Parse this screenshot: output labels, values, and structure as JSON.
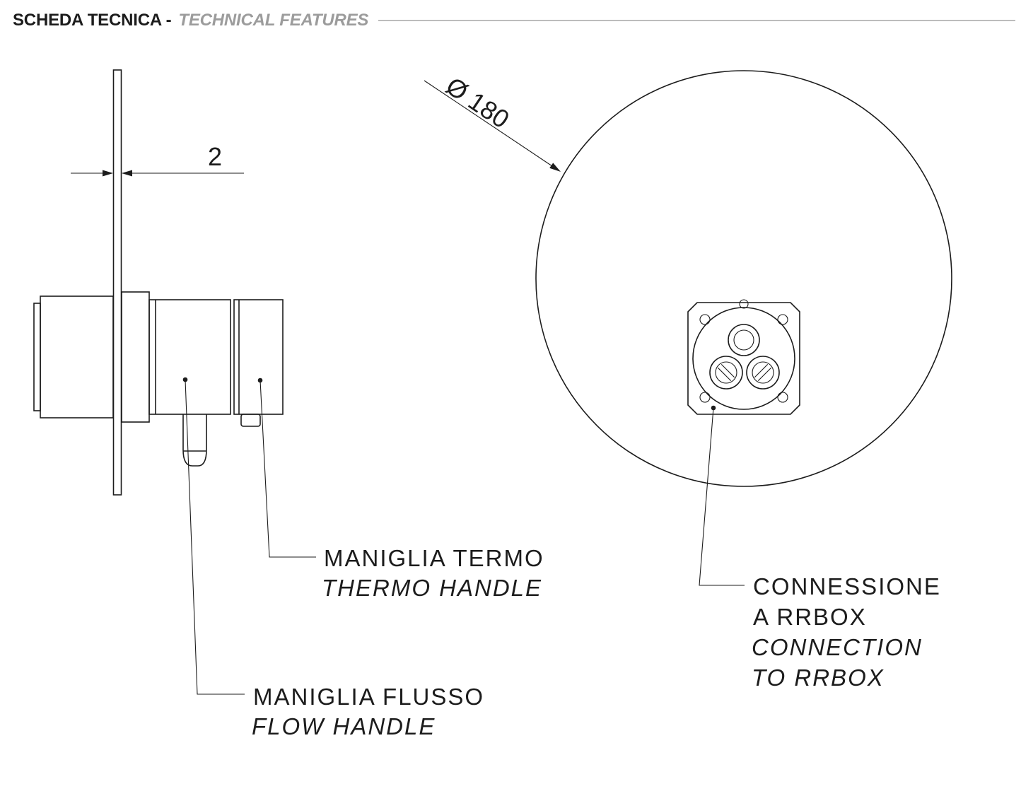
{
  "header": {
    "title_primary": "SCHEDA TECNICA -",
    "title_secondary": "TECHNICAL FEATURES"
  },
  "dimensions": {
    "plate_thickness": "2",
    "diameter": "Ø 180"
  },
  "callouts": {
    "thermo_handle": {
      "it": "MANIGLIA TERMO",
      "en": "THERMO HANDLE"
    },
    "flow_handle": {
      "it": "MANIGLIA FLUSSO",
      "en": "FLOW HANDLE"
    },
    "connection": {
      "line1": "CONNESSIONE",
      "line2": "A RRBOX",
      "line3": "CONNECTION",
      "line4": "TO RRBOX"
    }
  },
  "colors": {
    "line": "#1c1c1c",
    "muted_text": "#9c9c9c",
    "rule": "#bcbcbc"
  }
}
